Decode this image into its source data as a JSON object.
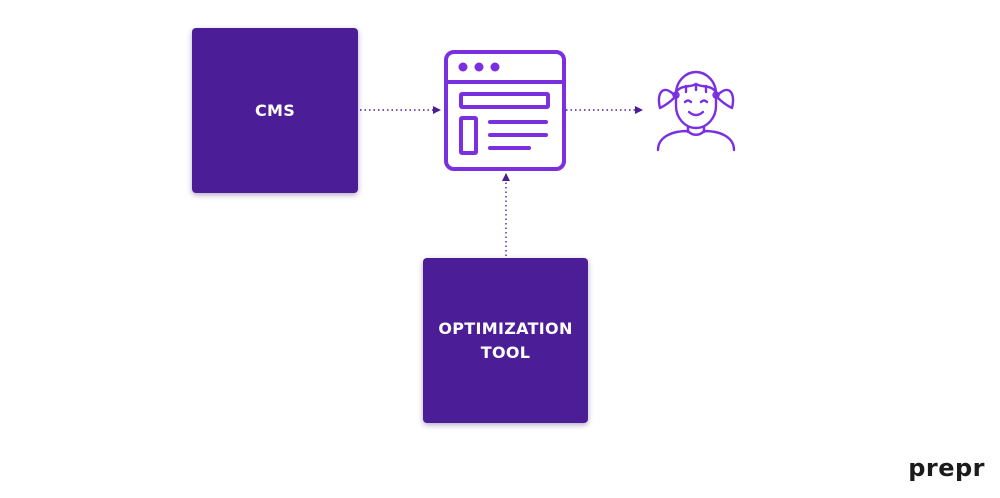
{
  "nodes": {
    "cms": {
      "label": "CMS"
    },
    "optimization_tool": {
      "label_line1": "OPTIMIZATION",
      "label_line2": "TOOL"
    },
    "website": {
      "icon": "browser-window-icon"
    },
    "visitor": {
      "icon": "girl-avatar-icon"
    }
  },
  "edges": [
    {
      "from": "cms",
      "to": "website",
      "style": "dotted"
    },
    {
      "from": "optimization_tool",
      "to": "website",
      "style": "dotted"
    },
    {
      "from": "website",
      "to": "visitor",
      "style": "dotted"
    }
  ],
  "logo": {
    "text": "prepr"
  },
  "colors": {
    "box_fill": "#4b1d96",
    "icon_stroke": "#7a2fe0",
    "connector": "#4b1d96",
    "logo_text": "#1b1b1b",
    "background": "#ffffff"
  }
}
